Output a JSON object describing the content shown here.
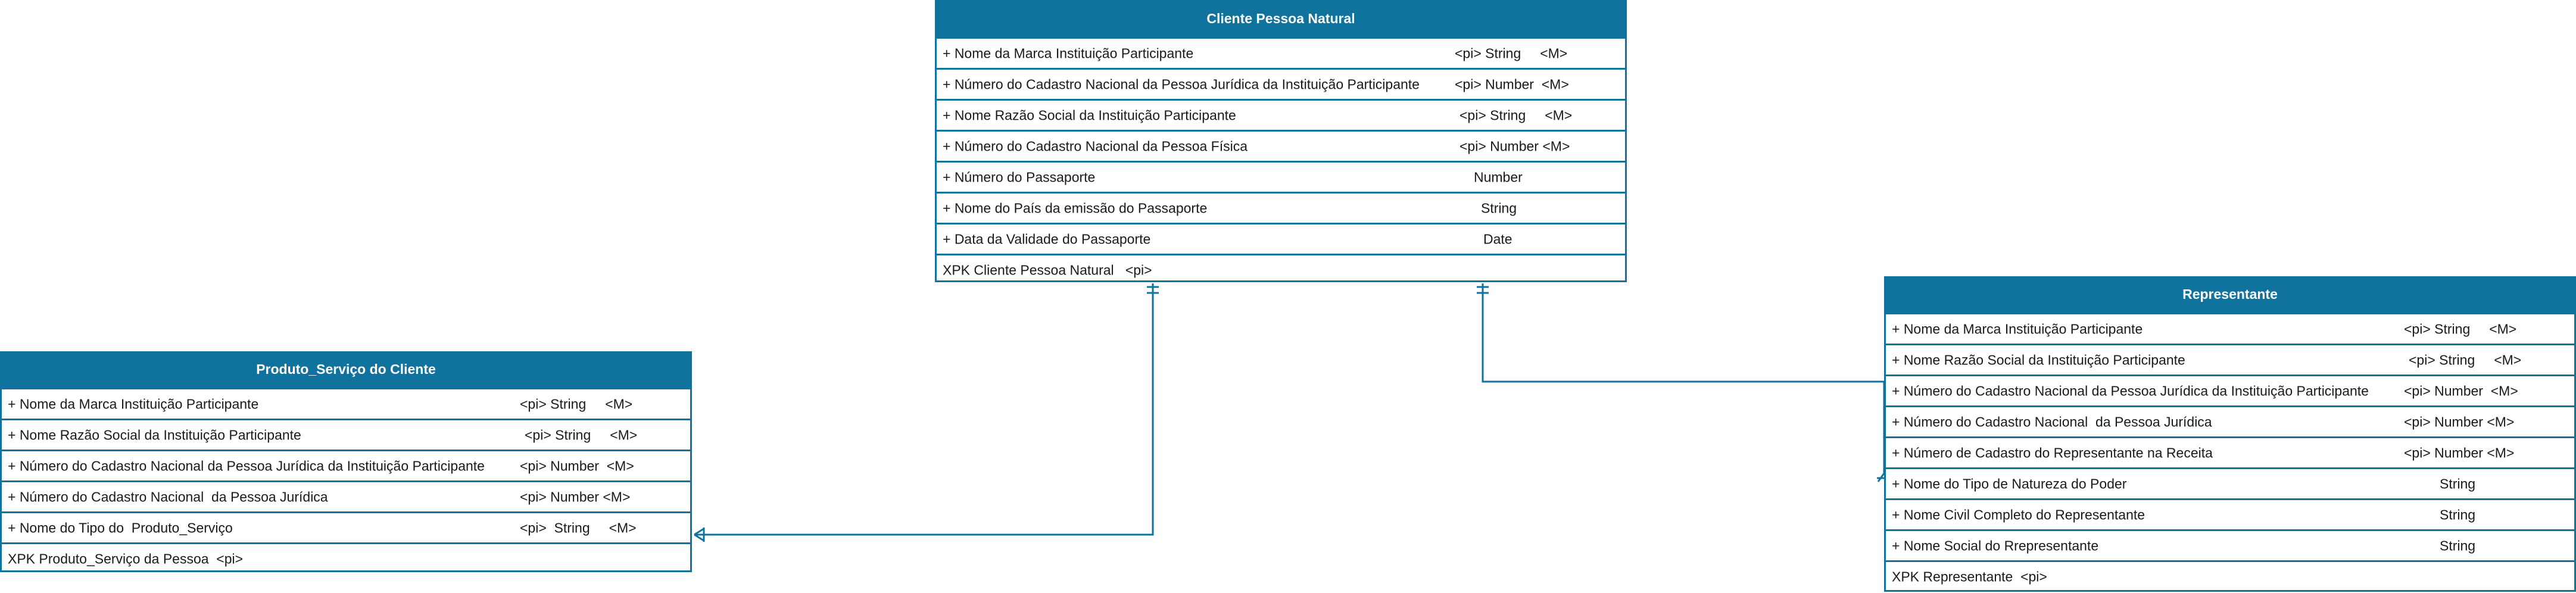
{
  "entities": {
    "cliente": {
      "title": "Cliente Pessoa Natural",
      "rows": [
        {
          "name": "+ Nome da Marca Instituição Participante",
          "type": "<pi> String     <M>"
        },
        {
          "name": "+ Número do Cadastro Nacional da Pessoa Jurídica da Instituição Participante",
          "type": "<pi> Number  <M>"
        },
        {
          "name": "+ Nome Razão Social da Instituição Participante",
          "type": "<pi> String     <M>"
        },
        {
          "name": "+ Número do Cadastro Nacional da Pessoa Física",
          "type": "<pi> Number <M>"
        },
        {
          "name": "+ Número do Passaporte",
          "type": "Number"
        },
        {
          "name": "+ Nome do País da emissão do Passaporte",
          "type": "String"
        },
        {
          "name": "+ Data da Validade do Passaporte",
          "type": "Date"
        },
        {
          "name": "XPK Cliente Pessoa Natural   <pi>",
          "type": ""
        }
      ]
    },
    "produto": {
      "title": "Produto_Serviço do Cliente",
      "rows": [
        {
          "name": "+ Nome da Marca Instituição Participante",
          "type": "<pi> String     <M>"
        },
        {
          "name": "+ Nome Razão Social da Instituição Participante",
          "type": "<pi> String     <M>"
        },
        {
          "name": "+ Número do Cadastro Nacional da Pessoa Jurídica da Instituição Participante",
          "type": "<pi> Number  <M>"
        },
        {
          "name": "+ Número do Cadastro Nacional  da Pessoa Jurídica",
          "type": "<pi> Number <M>"
        },
        {
          "name": "+ Nome do Tipo do  Produto_Serviço",
          "type": "<pi>  String     <M>"
        },
        {
          "name": "XPK Produto_Serviço da Pessoa  <pi>",
          "type": ""
        }
      ]
    },
    "representante": {
      "title": "Representante",
      "rows": [
        {
          "name": "+ Nome da Marca Instituição Participante",
          "type": "<pi> String     <M>"
        },
        {
          "name": "+ Nome Razão Social da Instituição Participante",
          "type": "<pi> String     <M>"
        },
        {
          "name": "+ Número do Cadastro Nacional da Pessoa Jurídica da Instituição Participante",
          "type": "<pi> Number  <M>"
        },
        {
          "name": "+ Número do Cadastro Nacional  da Pessoa Jurídica",
          "type": "<pi> Number <M>"
        },
        {
          "name": "+ Número de Cadastro do Representante na Receita",
          "type": "<pi> Number <M>"
        },
        {
          "name": "+ Nome do Tipo de Natureza do Poder",
          "type": "String"
        },
        {
          "name": "+ Nome Civil Completo do Representante",
          "type": "String"
        },
        {
          "name": "+ Nome Social do Rrepresentante",
          "type": "String"
        },
        {
          "name": "XPK Representante  <pi>",
          "type": ""
        }
      ]
    }
  },
  "colors": {
    "header": "#10739e",
    "border": "#10739e",
    "text": "#1a1a1a"
  }
}
